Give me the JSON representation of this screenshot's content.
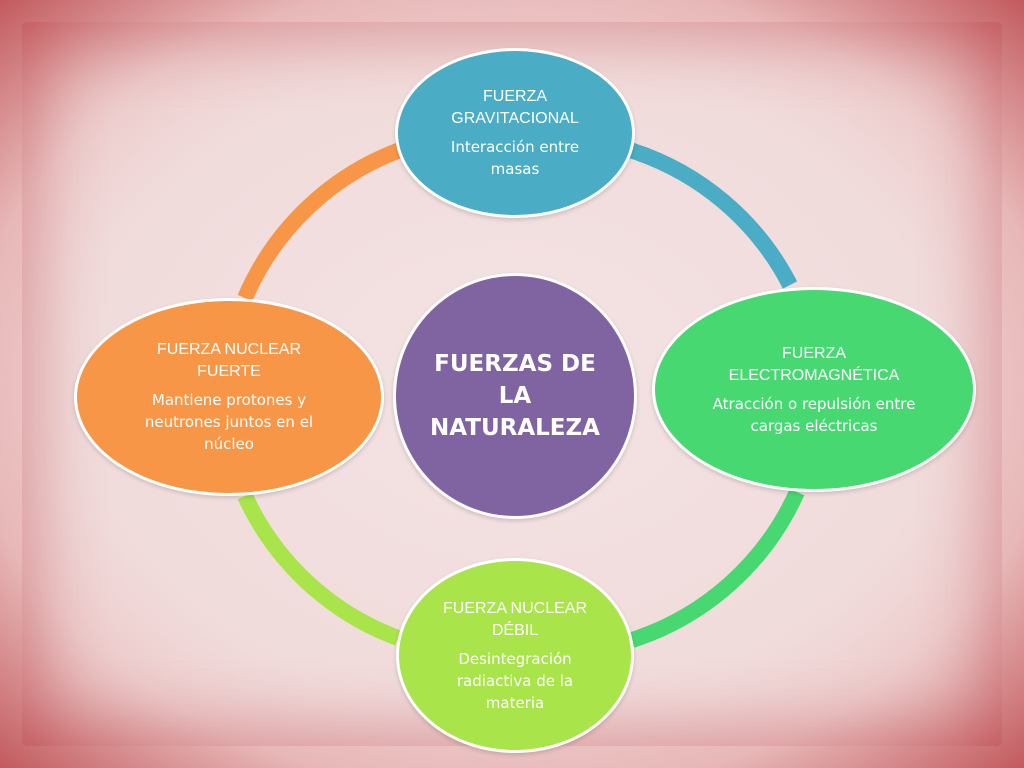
{
  "center": {
    "label": "FUERZAS DE LA NATURALEZA",
    "color": "#8064a2"
  },
  "nodes": {
    "gravitacional": {
      "title": "FUERZA GRAVITACIONAL",
      "description": "Interacción entre masas",
      "color": "#4aacc5"
    },
    "electromagnetica": {
      "title": "FUERZA ELECTROMAGNÉTICA",
      "description": "Atracción o repulsión entre  cargas eléctricas",
      "color": "#48d872"
    },
    "nuclear_debil": {
      "title": "FUERZA NUCLEAR DÉBIL",
      "description": "Desintegración radiactiva de la materia",
      "color": "#a8e44a"
    },
    "nuclear_fuerte": {
      "title": "FUERZA NUCLEAR FUERTE",
      "description": "Mantiene protones y neutrones juntos en el núcleo",
      "color": "#f79646"
    }
  }
}
